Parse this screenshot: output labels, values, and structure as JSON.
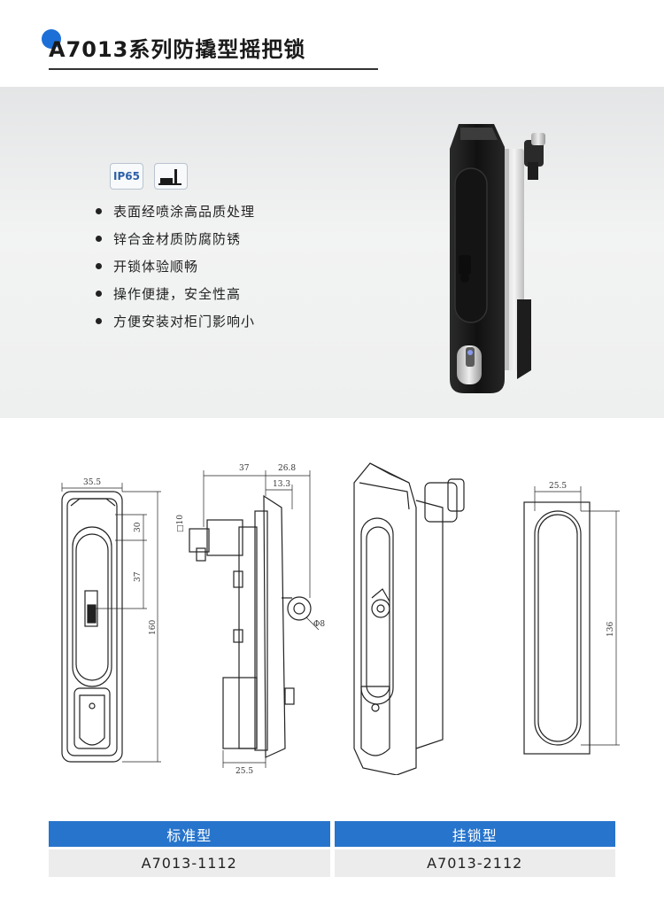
{
  "header": {
    "title": "A7013系列防撬型摇把锁"
  },
  "badges": {
    "ip_rating": "IP65",
    "mount_icon": "panel-mount-icon"
  },
  "features": [
    "表面经喷涂高品质处理",
    "锌合金材质防腐防锈",
    "开锁体验顺畅",
    "操作便捷，安全性高",
    "方便安装对柜门影响小"
  ],
  "dimensions": {
    "front_width": "35.5",
    "front_top": "30",
    "front_mid": "37",
    "front_height": "160",
    "side_total": "37",
    "side_flange": "26.8",
    "side_offset": "13.3",
    "side_square": "□10",
    "side_hole": "Φ8",
    "side_bottom": "25.5",
    "cutout_width": "25.5",
    "cutout_height": "136"
  },
  "table": {
    "headers": [
      "标准型",
      "挂锁型"
    ],
    "models": [
      "A7013-1112",
      "A7013-2112"
    ]
  },
  "colors": {
    "accent": "#2774cc",
    "dot": "#1d6fd8",
    "lock_body": "#1c1c1c"
  }
}
